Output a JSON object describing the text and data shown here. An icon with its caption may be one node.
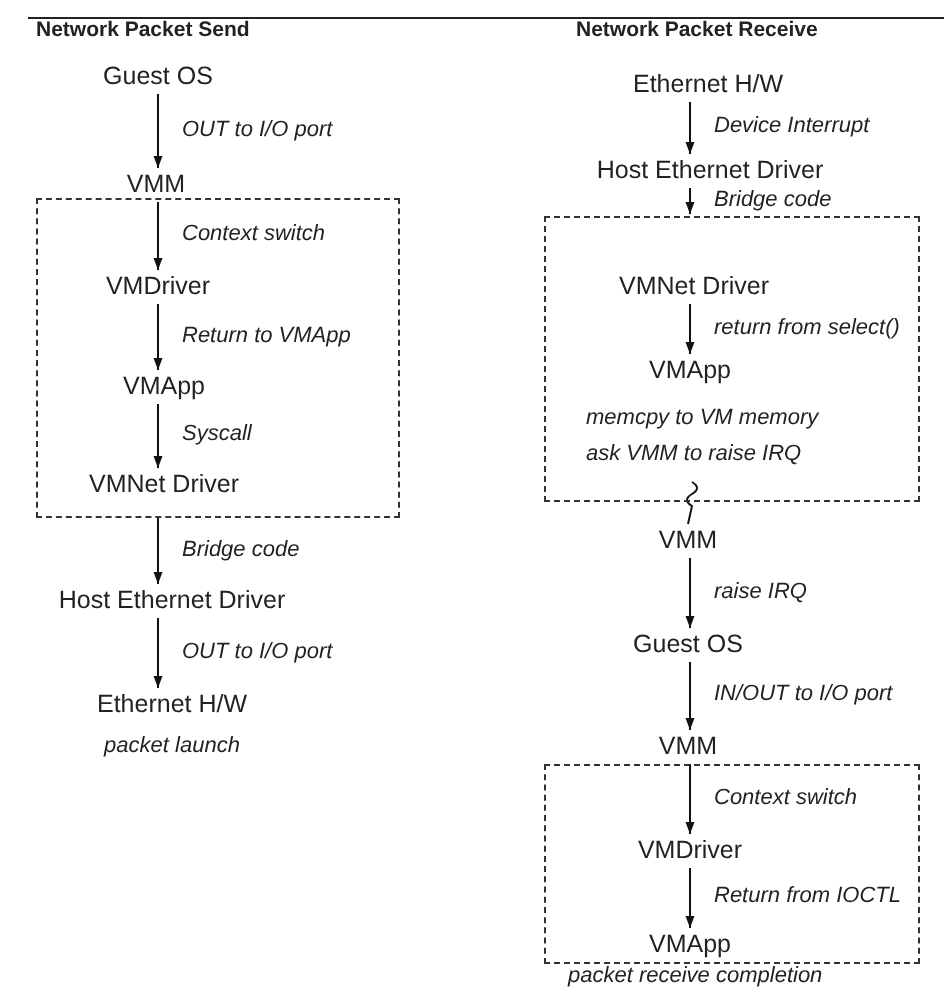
{
  "diagram": {
    "nodes": [
      {
        "text": [
          "Guest OS"
        ]
      },
      {
        "text": [
          "VMM"
        ]
      },
      {
        "text": [],
        "shape": "box"
      },
      {
        "text": [
          "VMDriver"
        ],
        "in": 2
      },
      {
        "text": [
          "VMApp"
        ],
        "in": 2
      },
      {
        "text": [
          "VMNet Driver"
        ],
        "in": 2
      },
      {
        "text": [
          "Host Ethernet Driver"
        ]
      },
      {
        "text": [
          "Ethernet H/W"
        ],
        "beside": [
          "packet launch"
        ]
      },
      {
        "text": [
          "Ethernet H/W"
        ]
      },
      {
        "text": [
          "Host Ethernet Driver"
        ]
      },
      {
        "text": [],
        "shape": "box"
      },
      {
        "text": [
          "VMNet Driver"
        ],
        "in": 10
      },
      {
        "text": [
          "VMApp"
        ],
        "in": 10,
        "beside": [
          "memcpy to VM memory",
          "ask VMM to raise IRQ"
        ]
      },
      {
        "text": [
          "VMM"
        ]
      },
      {
        "text": [
          "Guest OS"
        ]
      },
      {
        "text": [
          "VMM"
        ]
      },
      {
        "text": [],
        "shape": "box"
      },
      {
        "text": [
          "VMDriver"
        ],
        "in": 16
      },
      {
        "text": [
          "VMApp"
        ],
        "in": 16,
        "beside": [
          "packet receive completion"
        ]
      }
    ],
    "edges": [
      {
        "from": 0,
        "to": 1,
        "arrow": "to",
        "label": "OUT to I/O port"
      },
      {
        "from": 1,
        "to": 3,
        "arrow": "to",
        "label": "Context switch"
      },
      {
        "from": 3,
        "to": 4,
        "arrow": "to",
        "label": "Return to VMApp"
      },
      {
        "from": 4,
        "to": 5,
        "arrow": "to",
        "label": "Syscall"
      },
      {
        "from": 2,
        "to": 6,
        "arrow": "to",
        "label": "Bridge code"
      },
      {
        "from": 6,
        "to": 7,
        "arrow": "to",
        "label": "OUT to I/O port"
      },
      {
        "from": 8,
        "to": 9,
        "arrow": "to",
        "label": "Device Interrupt"
      },
      {
        "from": 9,
        "to": 10,
        "arrow": "to",
        "label": "Bridge code"
      },
      {
        "from": 11,
        "to": 12,
        "arrow": "to",
        "label": "return from select()"
      },
      {
        "from": 10,
        "to": 13,
        "arrow": "none"
      },
      {
        "from": 13,
        "to": 14,
        "arrow": "to",
        "label": "raise IRQ"
      },
      {
        "from": 14,
        "to": 15,
        "arrow": "to",
        "label": "IN/OUT to I/O port"
      },
      {
        "from": 15,
        "to": 17,
        "arrow": "to",
        "label": "Context switch"
      },
      {
        "from": 17,
        "to": 18,
        "arrow": "to",
        "label": "Return from IOCTL"
      }
    ],
    "labels": [
      "Network Packet Send",
      "Network Packet Receive"
    ]
  }
}
